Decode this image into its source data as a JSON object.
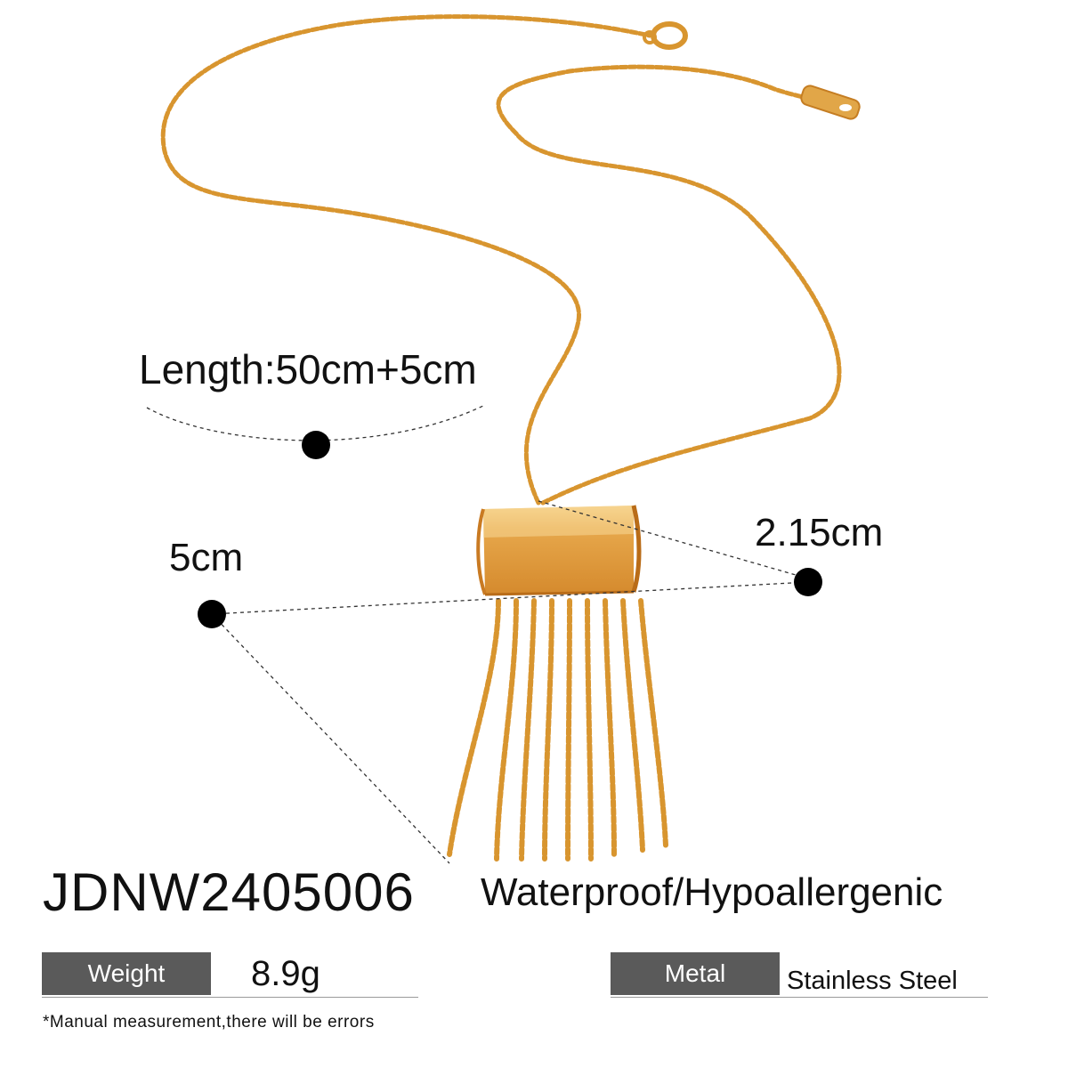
{
  "measurements": {
    "length_label": "Length:50cm+5cm",
    "width_label": "2.15cm",
    "height_label": "5cm"
  },
  "product": {
    "sku": "JDNW2405006",
    "features": "Waterproof/Hypoallergenic"
  },
  "specs": {
    "weight_key": "Weight",
    "weight_value": "8.9g",
    "metal_key": "Metal",
    "metal_value": "Stainless Steel"
  },
  "footnote": "*Manual measurement,there will be errors",
  "colors": {
    "gold": "#d99a3a",
    "gold_light": "#f0c77a",
    "spec_box": "#5a5a5a",
    "marker": "#000000"
  },
  "icons": {
    "marker": "measurement-dot-icon"
  }
}
